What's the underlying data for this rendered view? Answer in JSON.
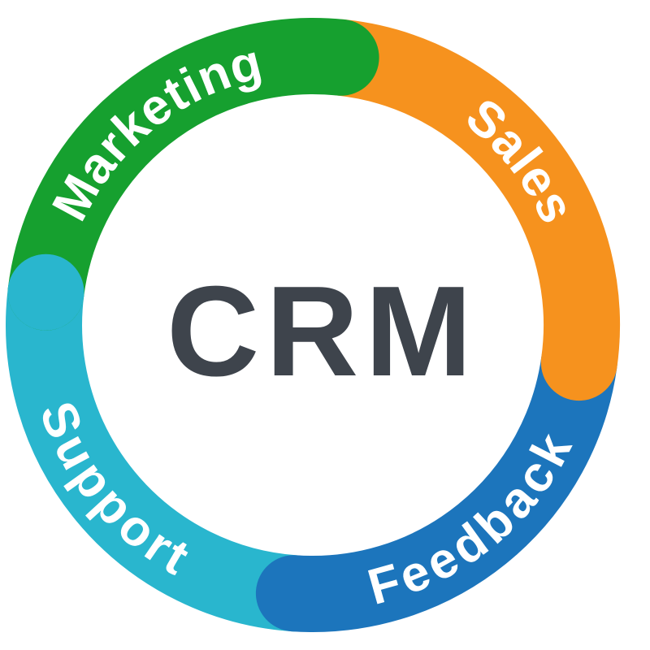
{
  "diagram": {
    "center_label": "CRM",
    "center_color": "#3E444C",
    "label_color": "#FFFFFF",
    "segments": [
      {
        "id": "marketing",
        "label": "Marketing",
        "color": "#16A02F"
      },
      {
        "id": "sales",
        "label": "Sales",
        "color": "#F6921E"
      },
      {
        "id": "feedback",
        "label": "Feedback",
        "color": "#1C75BC"
      },
      {
        "id": "support",
        "label": "Support",
        "color": "#29B6CE"
      }
    ]
  }
}
